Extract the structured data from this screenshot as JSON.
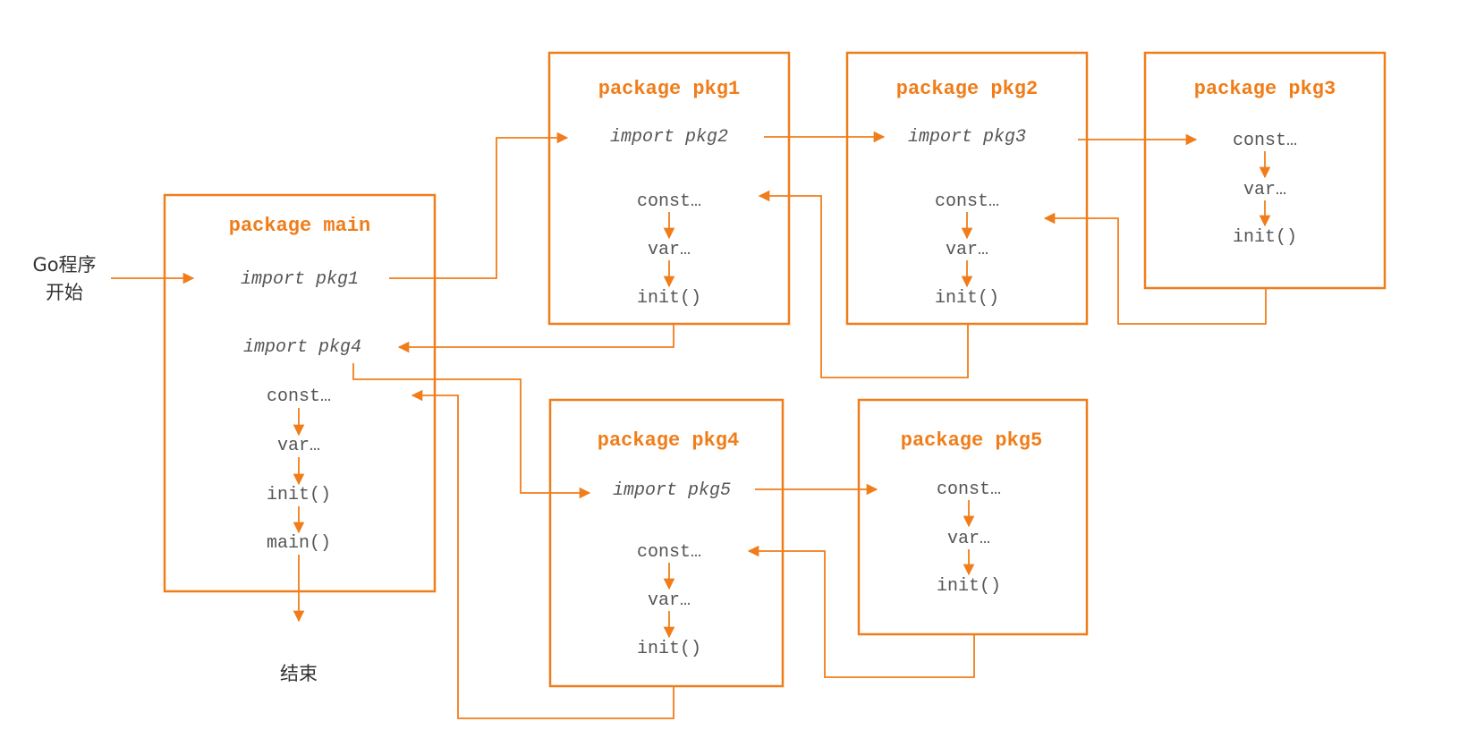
{
  "colors": {
    "accent": "#f07d1a",
    "text": "#555555",
    "background": "#ffffff"
  },
  "start_label": [
    "Go程序",
    "开始"
  ],
  "end_label": "结束",
  "packages": {
    "main": {
      "title": "package main",
      "imports": [
        "import pkg1",
        "import pkg4"
      ],
      "steps": [
        "const…",
        "var…",
        "init()",
        "main()"
      ]
    },
    "pkg1": {
      "title": "package pkg1",
      "imports": [
        "import pkg2"
      ],
      "steps": [
        "const…",
        "var…",
        "init()"
      ]
    },
    "pkg2": {
      "title": "package pkg2",
      "imports": [
        "import pkg3"
      ],
      "steps": [
        "const…",
        "var…",
        "init()"
      ]
    },
    "pkg3": {
      "title": "package pkg3",
      "imports": [],
      "steps": [
        "const…",
        "var…",
        "init()"
      ]
    },
    "pkg4": {
      "title": "package pkg4",
      "imports": [
        "import pkg5"
      ],
      "steps": [
        "const…",
        "var…",
        "init()"
      ]
    },
    "pkg5": {
      "title": "package pkg5",
      "imports": [],
      "steps": [
        "const…",
        "var…",
        "init()"
      ]
    }
  }
}
